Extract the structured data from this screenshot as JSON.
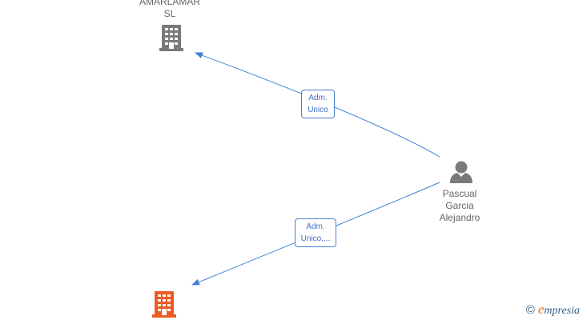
{
  "nodes": {
    "company_top": {
      "label_lines": [
        "AMARLAMAR",
        "SL"
      ],
      "icon": "building-icon",
      "color": "#7a7a7a"
    },
    "company_bottom": {
      "label_lines": [],
      "icon": "building-icon",
      "color": "#ee5a24"
    },
    "person": {
      "label_lines": [
        "Pascual",
        "Garcia",
        "Alejandro"
      ],
      "icon": "person-icon",
      "color": "#7a7a7a"
    }
  },
  "edges": [
    {
      "from": "person",
      "to": "company_top",
      "label_lines": [
        "Adm.",
        "Unico"
      ]
    },
    {
      "from": "person",
      "to": "company_bottom",
      "label_lines": [
        "Adm.",
        "Unico,..."
      ]
    }
  ],
  "edge_color": "#3f7fd6",
  "watermark": {
    "copyright": "©",
    "brand_initial": "e",
    "brand_rest": "mpresia"
  }
}
